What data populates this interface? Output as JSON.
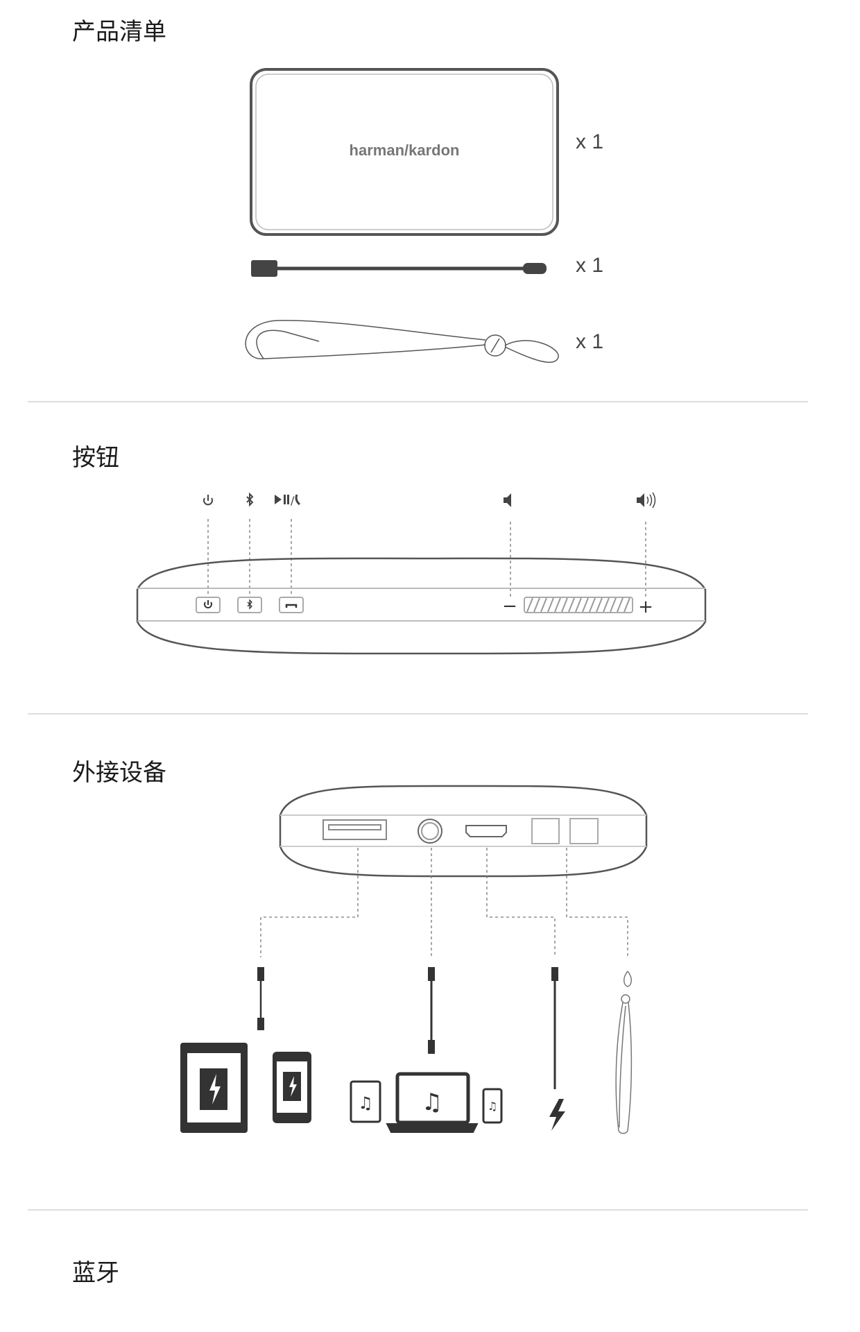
{
  "sections": {
    "contents": {
      "title": "产品清单",
      "items": [
        {
          "name": "speaker",
          "qty": "x 1",
          "logo": "harman/kardon"
        },
        {
          "name": "usb-cable",
          "qty": "x 1"
        },
        {
          "name": "strap",
          "qty": "x 1"
        }
      ]
    },
    "buttons": {
      "title": "按钮",
      "minus": "−",
      "plus": "+"
    },
    "connections": {
      "title": "外接设备"
    },
    "bluetooth": {
      "title": "蓝牙"
    }
  },
  "colors": {
    "line": "#555555",
    "divider": "#dddddd"
  }
}
